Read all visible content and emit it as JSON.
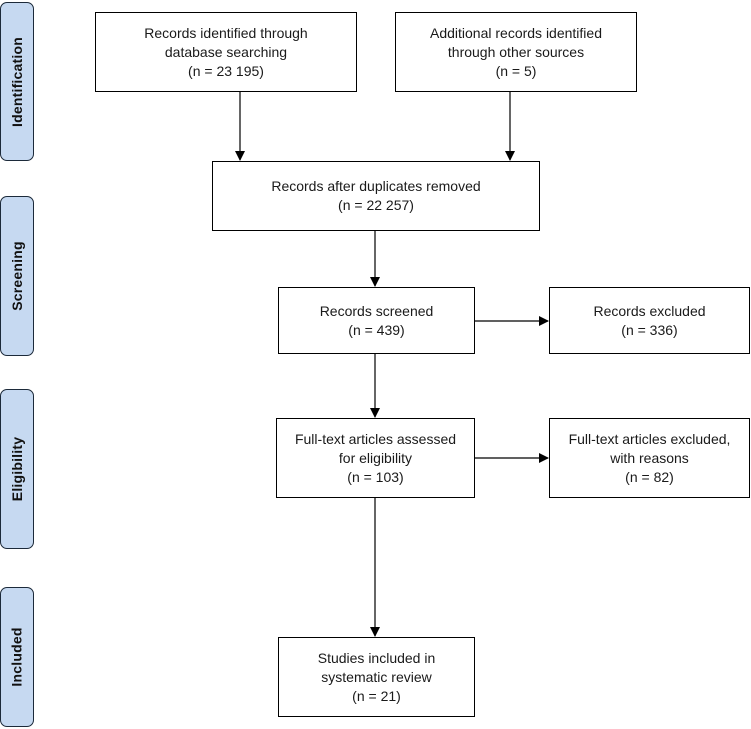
{
  "phases": {
    "identification": "Identification",
    "screening": "Screening",
    "eligibility": "Eligibility",
    "included": "Included"
  },
  "boxes": {
    "database": {
      "line1": "Records identified through",
      "line2": "database searching",
      "count": "(n = 23 195)"
    },
    "additional": {
      "line1": "Additional records identified",
      "line2": "through other sources",
      "count": "(n = 5)"
    },
    "duplicates": {
      "line1": "Records after duplicates removed",
      "count": "(n = 22 257)"
    },
    "screened": {
      "line1": "Records screened",
      "count": "(n = 439)"
    },
    "excluded": {
      "line1": "Records excluded",
      "count": "(n = 336)"
    },
    "fulltext": {
      "line1": "Full-text articles assessed",
      "line2": "for eligibility",
      "count": "(n = 103)"
    },
    "fulltext_excluded": {
      "line1": "Full-text articles excluded,",
      "line2": "with reasons",
      "count": "(n = 82)"
    },
    "included": {
      "line1": "Studies included in",
      "line2": "systematic review",
      "count": "(n = 21)"
    }
  },
  "colors": {
    "phase_fill": "#c6d9f1",
    "phase_border": "#1c2a3a",
    "box_border": "#000000",
    "arrow": "#000000"
  }
}
